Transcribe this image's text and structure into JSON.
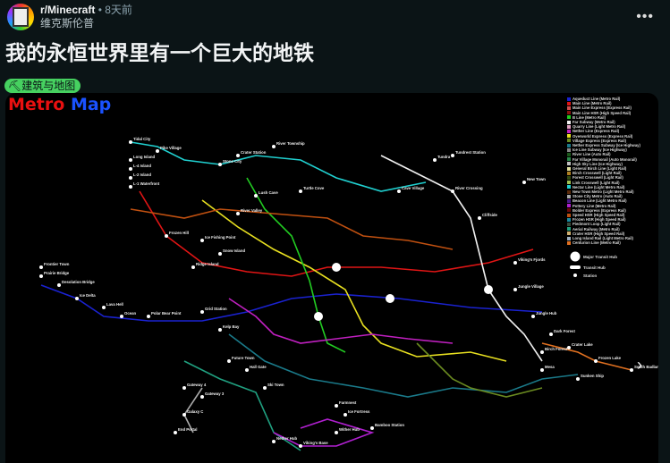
{
  "post": {
    "subreddit": "r/Minecraft",
    "separator": "•",
    "time": "8天前",
    "author": "维克斯伦普",
    "title": "我的永恒世界里有一个巨大的地铁",
    "flair": "⛏建筑与地图",
    "more_icon": "more-icon"
  },
  "map": {
    "logo_a": "Metro",
    "logo_b": "Map",
    "legend": [
      {
        "label": "Aqueduct Line (Metro Rail)",
        "color": "#1a22d0"
      },
      {
        "label": "Main Line (Metro Rail)",
        "color": "#e01515"
      },
      {
        "label": "Main Line Express (Express Rail)",
        "color": "#d05050"
      },
      {
        "label": "Main Line HSR (High Speed Rail)",
        "color": "#8a1010"
      },
      {
        "label": "B Line (Metro Rail)",
        "color": "#22cc22"
      },
      {
        "label": "Far Subway (Metro Rail)",
        "color": "#f0f0f0"
      },
      {
        "label": "Quarry Line (Light Metro Rail)",
        "color": "#e0a0c0"
      },
      {
        "label": "Nether Line (Express Rail)",
        "color": "#c020c0"
      },
      {
        "label": "Overworld Express (Express Rail)",
        "color": "#e8e020"
      },
      {
        "label": "Village Express (Express Rail)",
        "color": "#6a8a20"
      },
      {
        "label": "Nether Express Subway (Ice Highway)",
        "color": "#1a7a8a"
      },
      {
        "label": "Ice Line Subway (Ice Highway)",
        "color": "#888888"
      },
      {
        "label": "River Line (Auto Rail)",
        "color": "#1a5a1a"
      },
      {
        "label": "Far Village Monorail (Auto Monorail)",
        "color": "#2a8a4a"
      },
      {
        "label": "High Sky Line (Ice Highway)",
        "color": "#c0c0c0"
      },
      {
        "label": "General Birch Line (Light Rail)",
        "color": "#e0e0a0"
      },
      {
        "label": "Birch Crosswell (Light Rail)",
        "color": "#b08020"
      },
      {
        "label": "Forest Crosswell (Light Rail)",
        "color": "#304a10"
      },
      {
        "label": "Link Crosswell (Light Rail)",
        "color": "#a0c050"
      },
      {
        "label": "Nectar Line (Light Metro Rail)",
        "color": "#20d0d0"
      },
      {
        "label": "New Town Metro (Light Metro Rail)",
        "color": "#5a2a0a"
      },
      {
        "label": "Stone City Metro (Auto Rail)",
        "color": "#aaaaaa"
      },
      {
        "label": "Beacon Line (Light Metro Rail)",
        "color": "#4a1a8a"
      },
      {
        "label": "Pottery Line (Metro Rail)",
        "color": "#b020d0"
      },
      {
        "label": "Bolder Express (Express Rail)",
        "color": "#6a0a0a"
      },
      {
        "label": "Speed HSR (High Speed Rail)",
        "color": "#c05010"
      },
      {
        "label": "Frozen HSR (High Speed Rail)",
        "color": "#1a8aa0"
      },
      {
        "label": "Piedmont Loop (Light Rail)",
        "color": "#3a4a3a"
      },
      {
        "label": "Aerial Railway (Metro Rail)",
        "color": "#20a080"
      },
      {
        "label": "Crater HSR (High Speed Rail)",
        "color": "#d0b070"
      },
      {
        "label": "Long Island Rail (Light Metro Rail)",
        "color": "#a0b0c0"
      },
      {
        "label": "Centurion Line (Metro Rail)",
        "color": "#e07020"
      }
    ],
    "hubs": {
      "major": "Major Transit Hub",
      "transit": "Transit Hub",
      "station": "Station"
    },
    "stations": [
      "Tidal City",
      "Pike Village",
      "Long Island",
      "L-4 Island",
      "L-2 Island",
      "L-1 Waterfront",
      "Stone City",
      "Crater Station",
      "River Township",
      "Lush Cave",
      "Turtle Cove",
      "River Valley",
      "Frozen Hill",
      "Ice Fishing Point",
      "Snow Island",
      "Ridge Island",
      "Frontier Town",
      "Prairie Bridge",
      "Desolation Bridge",
      "Ice Delta",
      "Lava Hell",
      "Ocean",
      "Polar Bear Point",
      "Grid Station",
      "Kelp Bay",
      "Future Town",
      "Hall Gate",
      "Ski Town",
      "Tundra",
      "River Crossing",
      "Tundrest Station",
      "Cave Village",
      "Cliffside",
      "New Town",
      "Viking's Fjords",
      "Jungle Village",
      "Jungle Hub",
      "Birch Forest",
      "Crater Lake",
      "Frozen Lake",
      "South Badlands",
      "Farmnest",
      "Nether Hub",
      "Viking's Base",
      "Wither Hub",
      "Galaxy C",
      "End Portal",
      "Bamboo Station",
      "Ice Fortress",
      "Gateway 4",
      "Gateway 3",
      "Sunken Ship",
      "Dark Forest",
      "Mesa"
    ]
  }
}
